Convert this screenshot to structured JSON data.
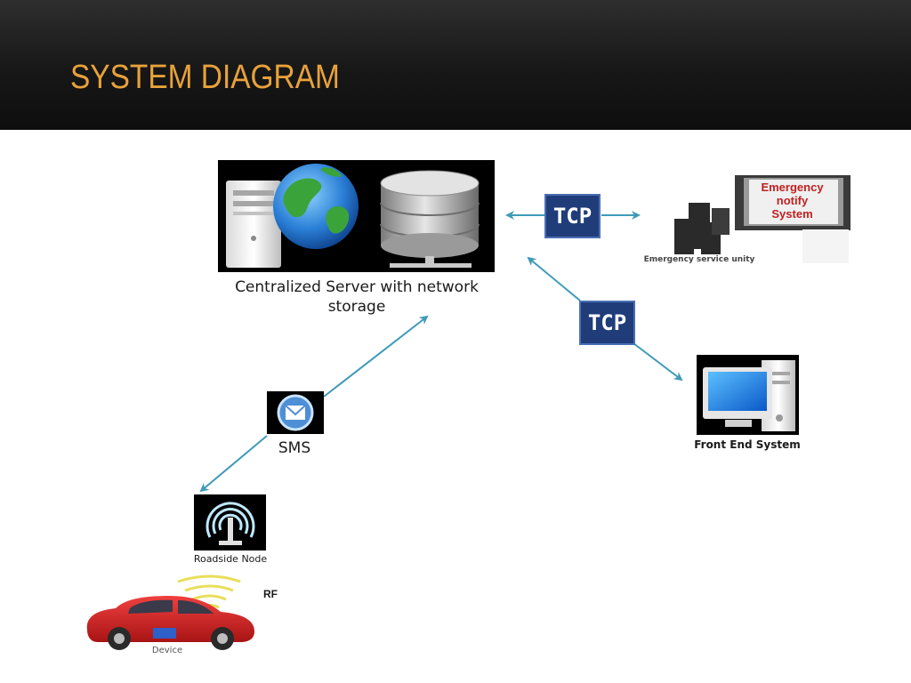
{
  "slide": {
    "title": "SYSTEM DIAGRAM"
  },
  "nodes": {
    "server": {
      "caption": "Centralized Server with network storage"
    },
    "emergency": {
      "sign": [
        "Emergency",
        "notify",
        "System"
      ],
      "caption": "Emergency service unity"
    },
    "front_end": {
      "caption": "Front End System"
    },
    "sms": {
      "caption": "SMS"
    },
    "roadside_node": {
      "caption": "Roadside Node"
    },
    "vehicle": {
      "caption": "Device"
    }
  },
  "links": {
    "tcp_top": {
      "label": "TCP"
    },
    "tcp_middle": {
      "label": "TCP"
    },
    "rf": {
      "label": "RF"
    }
  },
  "colors": {
    "title": "#e8a23a",
    "arrow": "#3f9ab8",
    "tcp_box": "#203d7a",
    "car": "#d32222"
  },
  "icons": [
    "server-tower-icon",
    "globe-icon",
    "database-icon",
    "envelope-icon",
    "antenna-icon",
    "car-icon",
    "desktop-computer-icon",
    "emergency-panel-icon"
  ]
}
